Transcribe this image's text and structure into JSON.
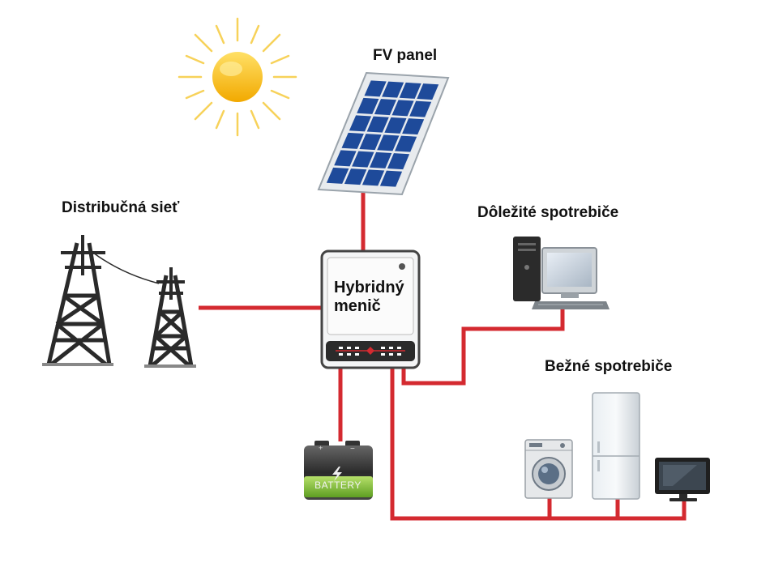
{
  "labels": {
    "pv_panel": "FV panel",
    "grid": "Distribučná sieť",
    "important_loads": "Dôležité spotrebiče",
    "common_loads": "Bežné spotrebiče",
    "inverter": "Hybridný menič",
    "battery": "BATTERY"
  },
  "colors": {
    "wire": "#d42a30",
    "sun": "#f7c21a",
    "panel_cell": "#1e4a9a",
    "battery_fill": "#8ac43f"
  },
  "icons": [
    "sun-icon",
    "solar-panel-icon",
    "power-tower-icon",
    "inverter-icon",
    "battery-icon",
    "desktop-computer-icon",
    "washing-machine-icon",
    "refrigerator-icon",
    "monitor-icon"
  ]
}
